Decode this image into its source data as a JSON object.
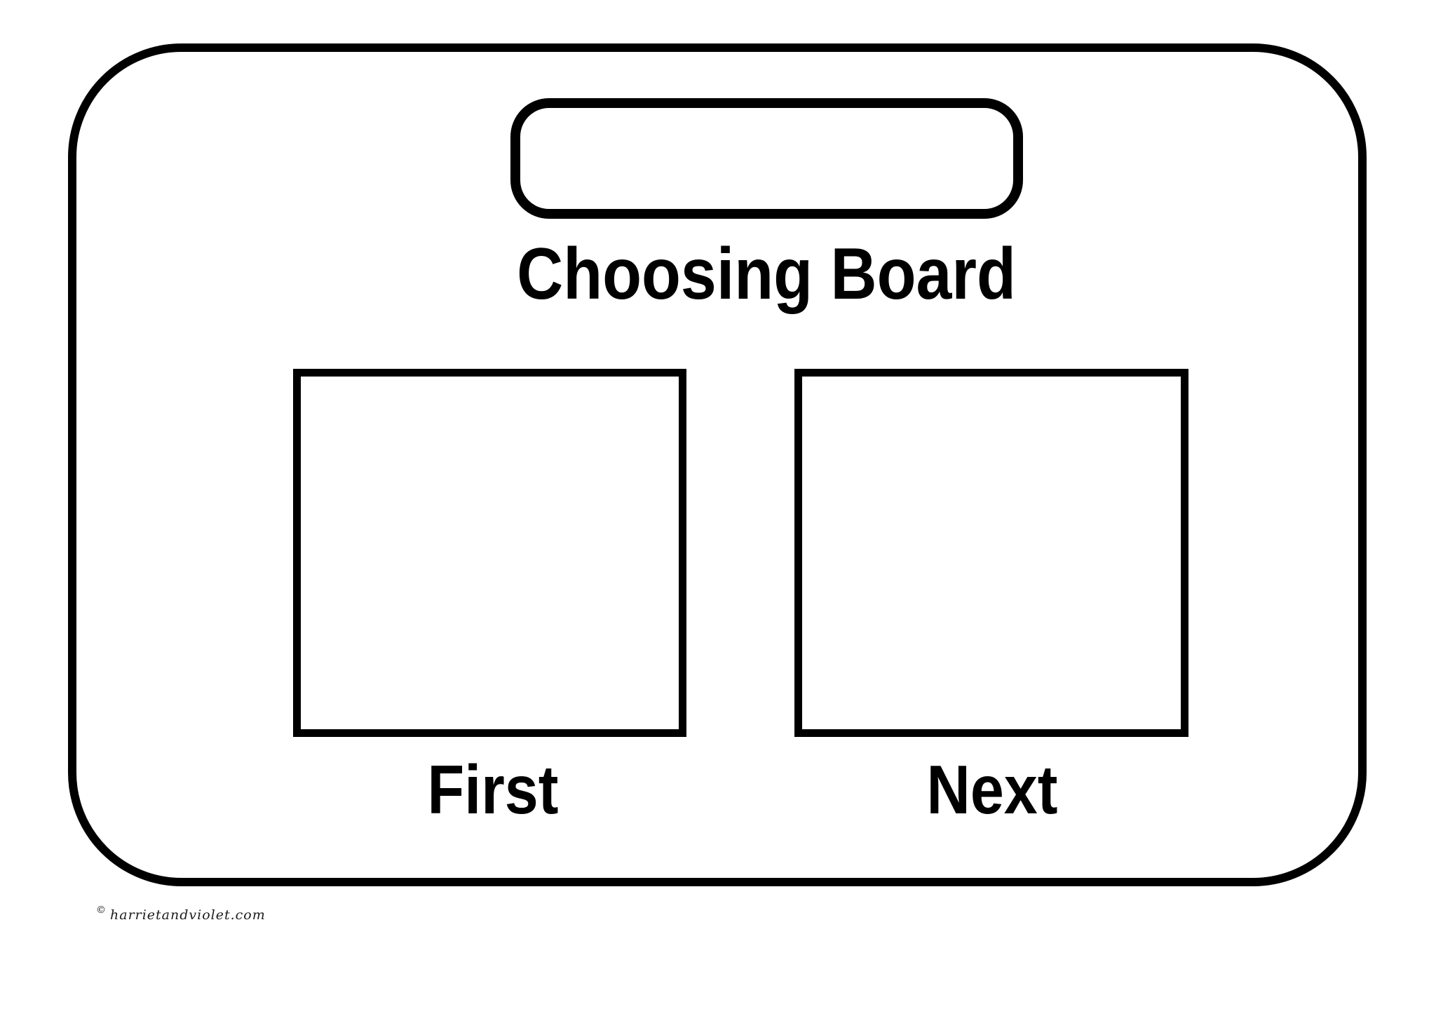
{
  "document": {
    "title": "Choosing Board",
    "name_slot_value": "",
    "boxes": [
      {
        "label": "First"
      },
      {
        "label": "Next"
      }
    ],
    "credit": {
      "symbol": "©",
      "site": "harrietandviolet.com"
    }
  },
  "colors": {
    "ink": "#000000",
    "background": "#ffffff",
    "credit_ink": "#1c1c1c"
  }
}
